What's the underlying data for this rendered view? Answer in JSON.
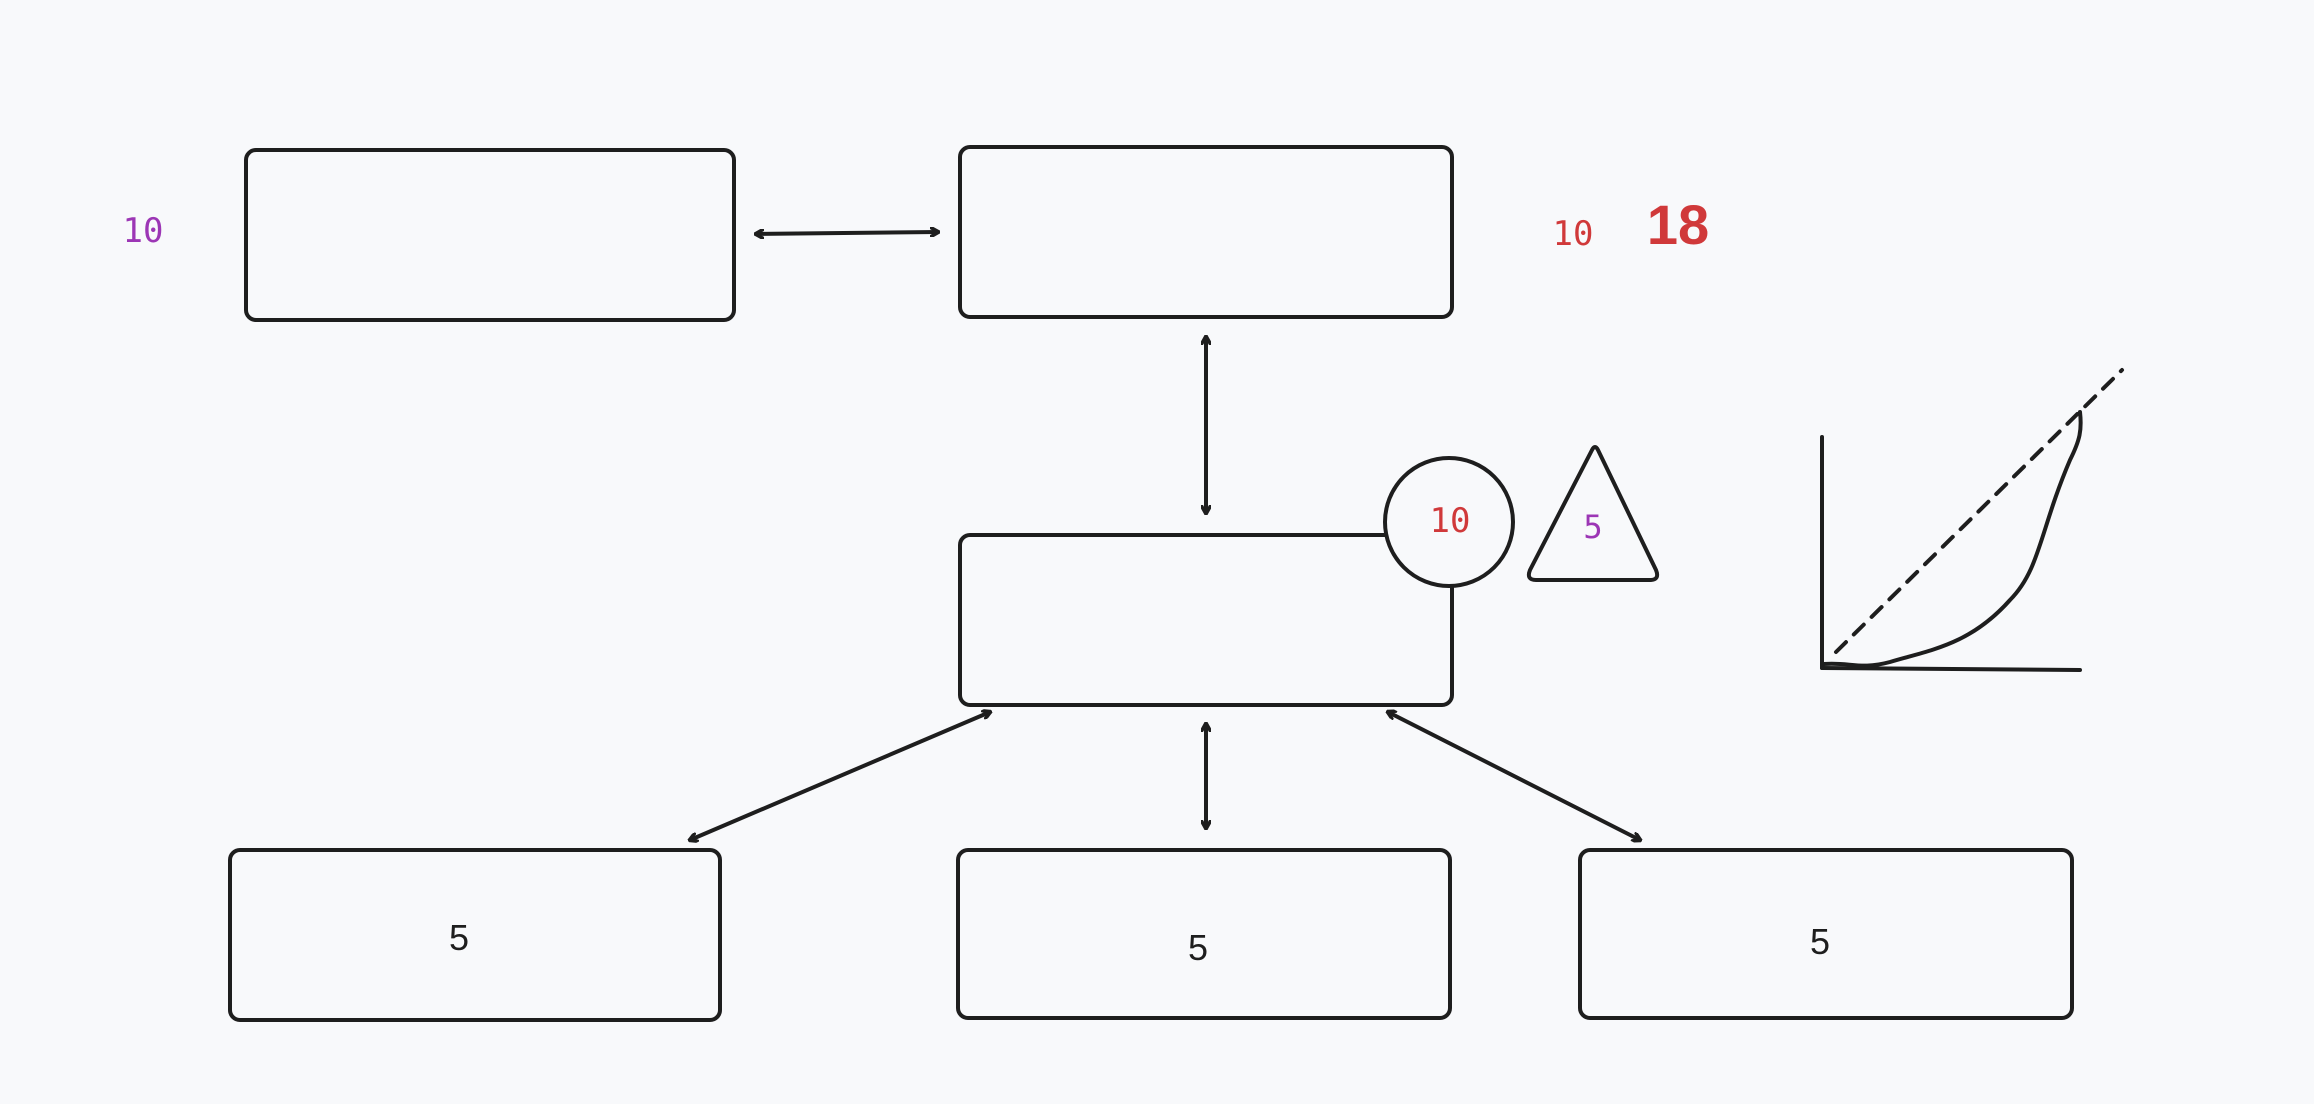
{
  "colors": {
    "stroke": "#1e1e1e",
    "purple": "#9c36b5",
    "red": "#d0393a",
    "background": "#f8f9fb"
  },
  "labels": {
    "left_top_count": "10",
    "right_top_count": "10",
    "big_total": "18",
    "circle_count": "10",
    "triangle_count": "5",
    "bottom_left_count": "5",
    "bottom_center_count": "5",
    "bottom_right_count": "5"
  }
}
